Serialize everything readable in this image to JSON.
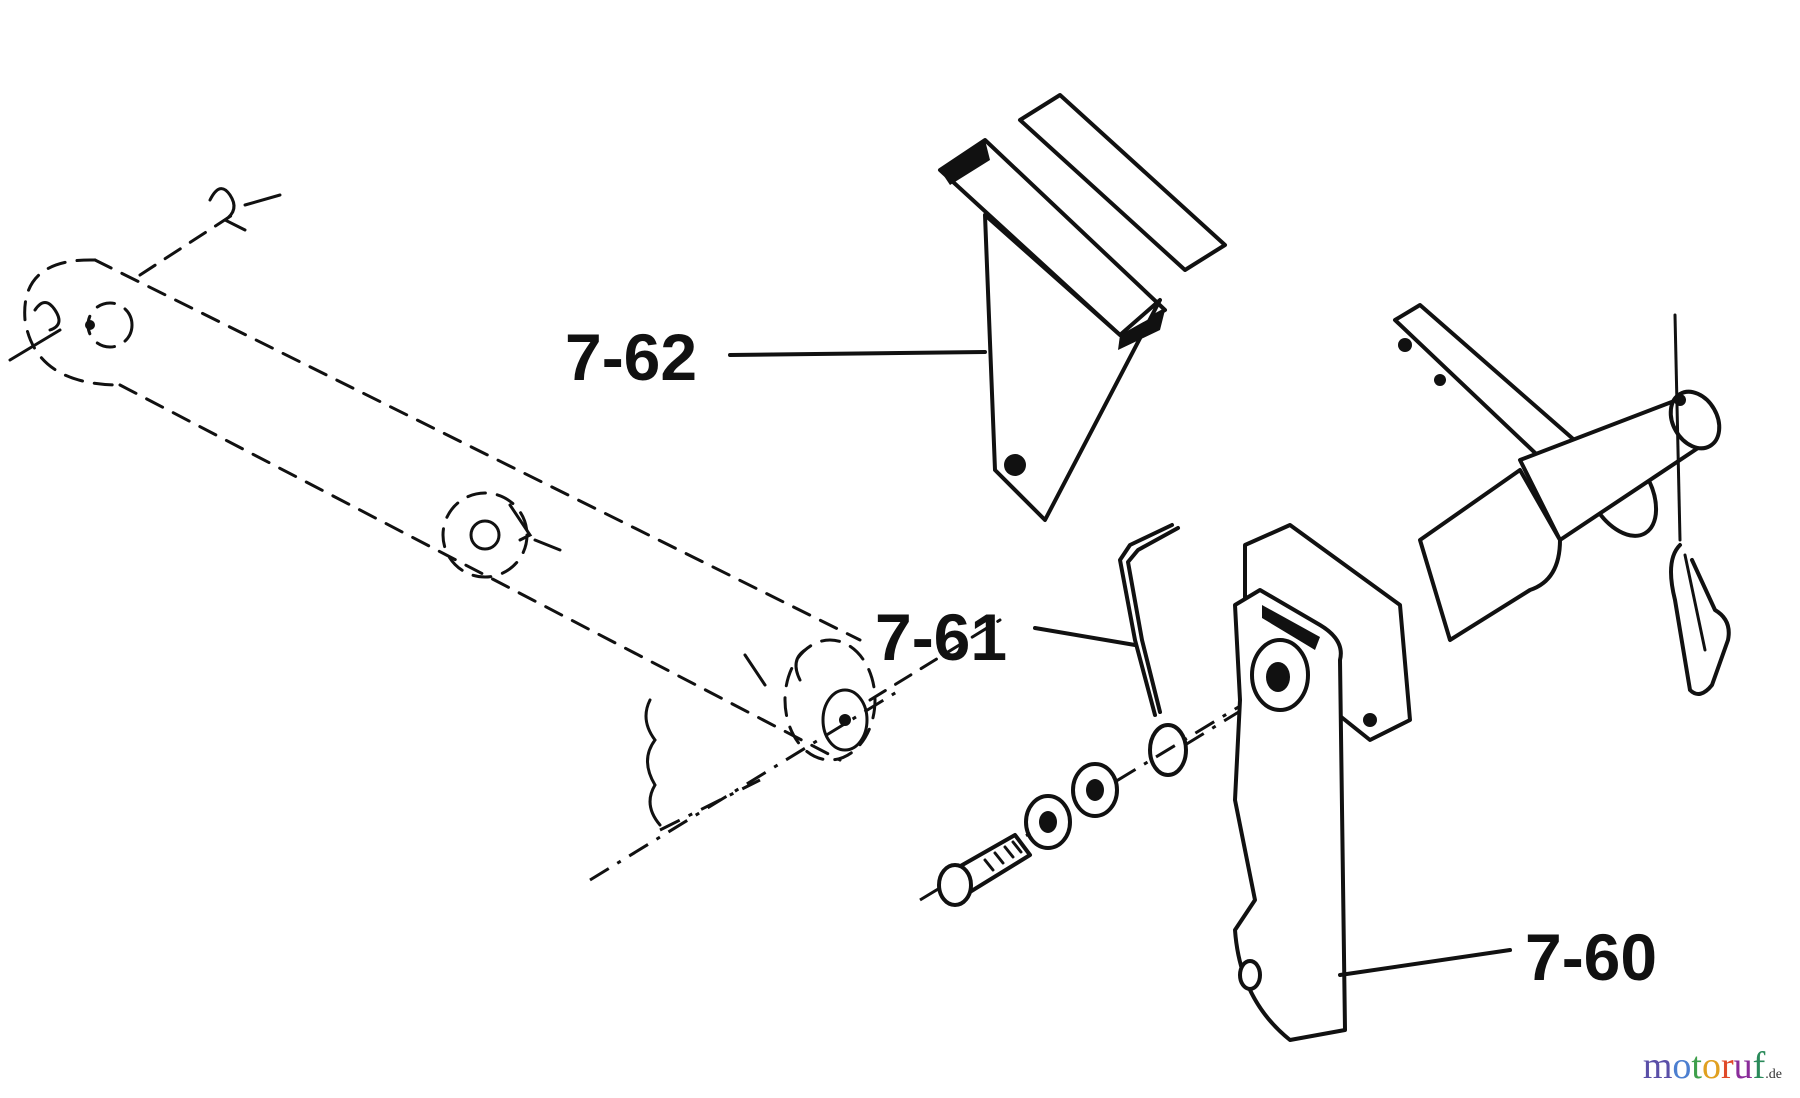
{
  "diagram": {
    "labels": {
      "bracket": "7-62",
      "spring": "7-61",
      "lever": "7-60"
    }
  },
  "watermark": {
    "text": "motoruf",
    "tld": ".de"
  },
  "colors": {
    "line": "#111111",
    "background": "#ffffff"
  }
}
